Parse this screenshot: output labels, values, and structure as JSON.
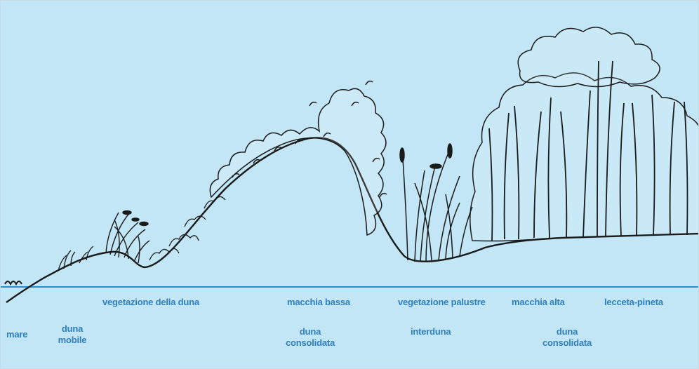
{
  "colors": {
    "background": "#c2e6f6",
    "sea_line": "#2d8ccf",
    "label": "#2d7fbf",
    "ink": "#1a1a1a"
  },
  "labels": {
    "mare": "mare",
    "duna_mobile_1": "duna",
    "duna_mobile_2": "mobile",
    "vegetazione_duna": "vegetazione della duna",
    "macchia_bassa": "macchia bassa",
    "duna_consolidata_1": "duna",
    "duna_consolidata_2": "consolidata",
    "vegetazione_palustre": "vegetazione palustre",
    "interduna": "interduna",
    "macchia_alta": "macchia alta",
    "duna_consolidata_b1": "duna",
    "duna_consolidata_b2": "consolidata",
    "lecceta_pineta": "lecceta-pineta"
  }
}
